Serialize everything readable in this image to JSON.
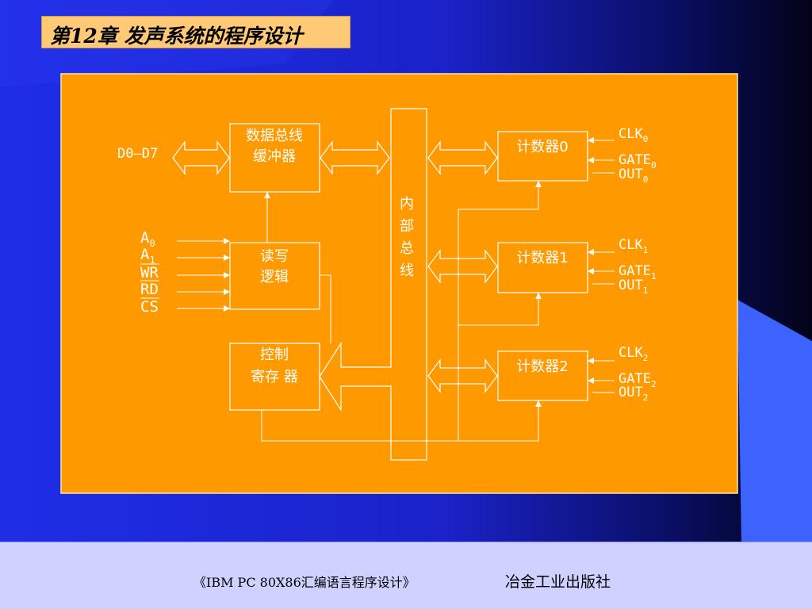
{
  "slide_title": "第12章  发声系统的程序设计",
  "diagram": {
    "blocks": {
      "bus_buffer": [
        "数据总线",
        "缓冲器"
      ],
      "rw_logic": [
        "读写",
        "逻辑"
      ],
      "control_reg": [
        "控制",
        "寄存 器"
      ],
      "internal_bus": [
        "内",
        "部",
        "总",
        "线"
      ],
      "counter0": "计数器0",
      "counter1": "计数器1",
      "counter2": "计数器2"
    },
    "data_bus_label": "D0—D7",
    "inputs": [
      {
        "base": "A",
        "sub": "0",
        "overline": false
      },
      {
        "base": "A",
        "sub": "1",
        "overline": false
      },
      {
        "base": "WR",
        "sub": "",
        "overline": true
      },
      {
        "base": "RD",
        "sub": "",
        "overline": true
      },
      {
        "base": "CS",
        "sub": "",
        "overline": true
      }
    ],
    "counter_signals": [
      {
        "clk": "CLK",
        "gate": "GATE",
        "out": "OUT",
        "sub": "0"
      },
      {
        "clk": "CLK",
        "gate": "GATE",
        "out": "OUT",
        "sub": "1"
      },
      {
        "clk": "CLK",
        "gate": "GATE",
        "out": "OUT",
        "sub": "2"
      }
    ]
  },
  "footer": {
    "book": "《IBM PC 80X86汇编语言程序设计》",
    "publisher": "冶金工业出版社"
  }
}
